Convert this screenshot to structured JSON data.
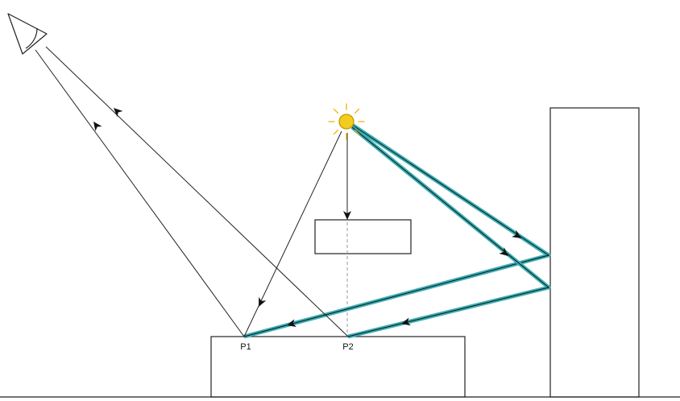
{
  "points": [
    {
      "id": "p1",
      "label": "P1"
    },
    {
      "id": "p2",
      "label": "P2"
    }
  ],
  "colors": {
    "ray": "#222222",
    "highlight": "#3aafb5",
    "sun_fill": "#f2cc1e",
    "sun_stroke": "#c79a00",
    "sun_rays": "#f0b400",
    "guide": "#999999",
    "outline": "#222222"
  },
  "icons": {
    "light_source": "sun-icon",
    "viewer": "eye-icon"
  }
}
